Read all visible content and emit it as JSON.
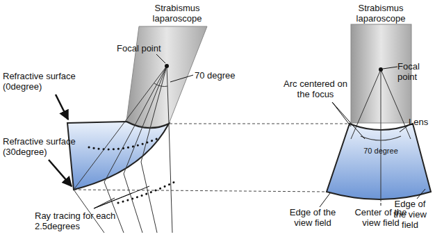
{
  "diagram": {
    "labels": [
      "Strabismus laparoscope",
      "Focal point",
      "Refractive surface (0degree)",
      "70 degree",
      "Refractive surface (30degree)",
      "Ray tracing for each 2.5degrees",
      "Strabismus laparoscope",
      "Focal point",
      "Arc centered on the focus",
      "Lens",
      "70 degree",
      "Edge of the view field",
      "Center of the view field",
      "Edge of the view field"
    ]
  }
}
